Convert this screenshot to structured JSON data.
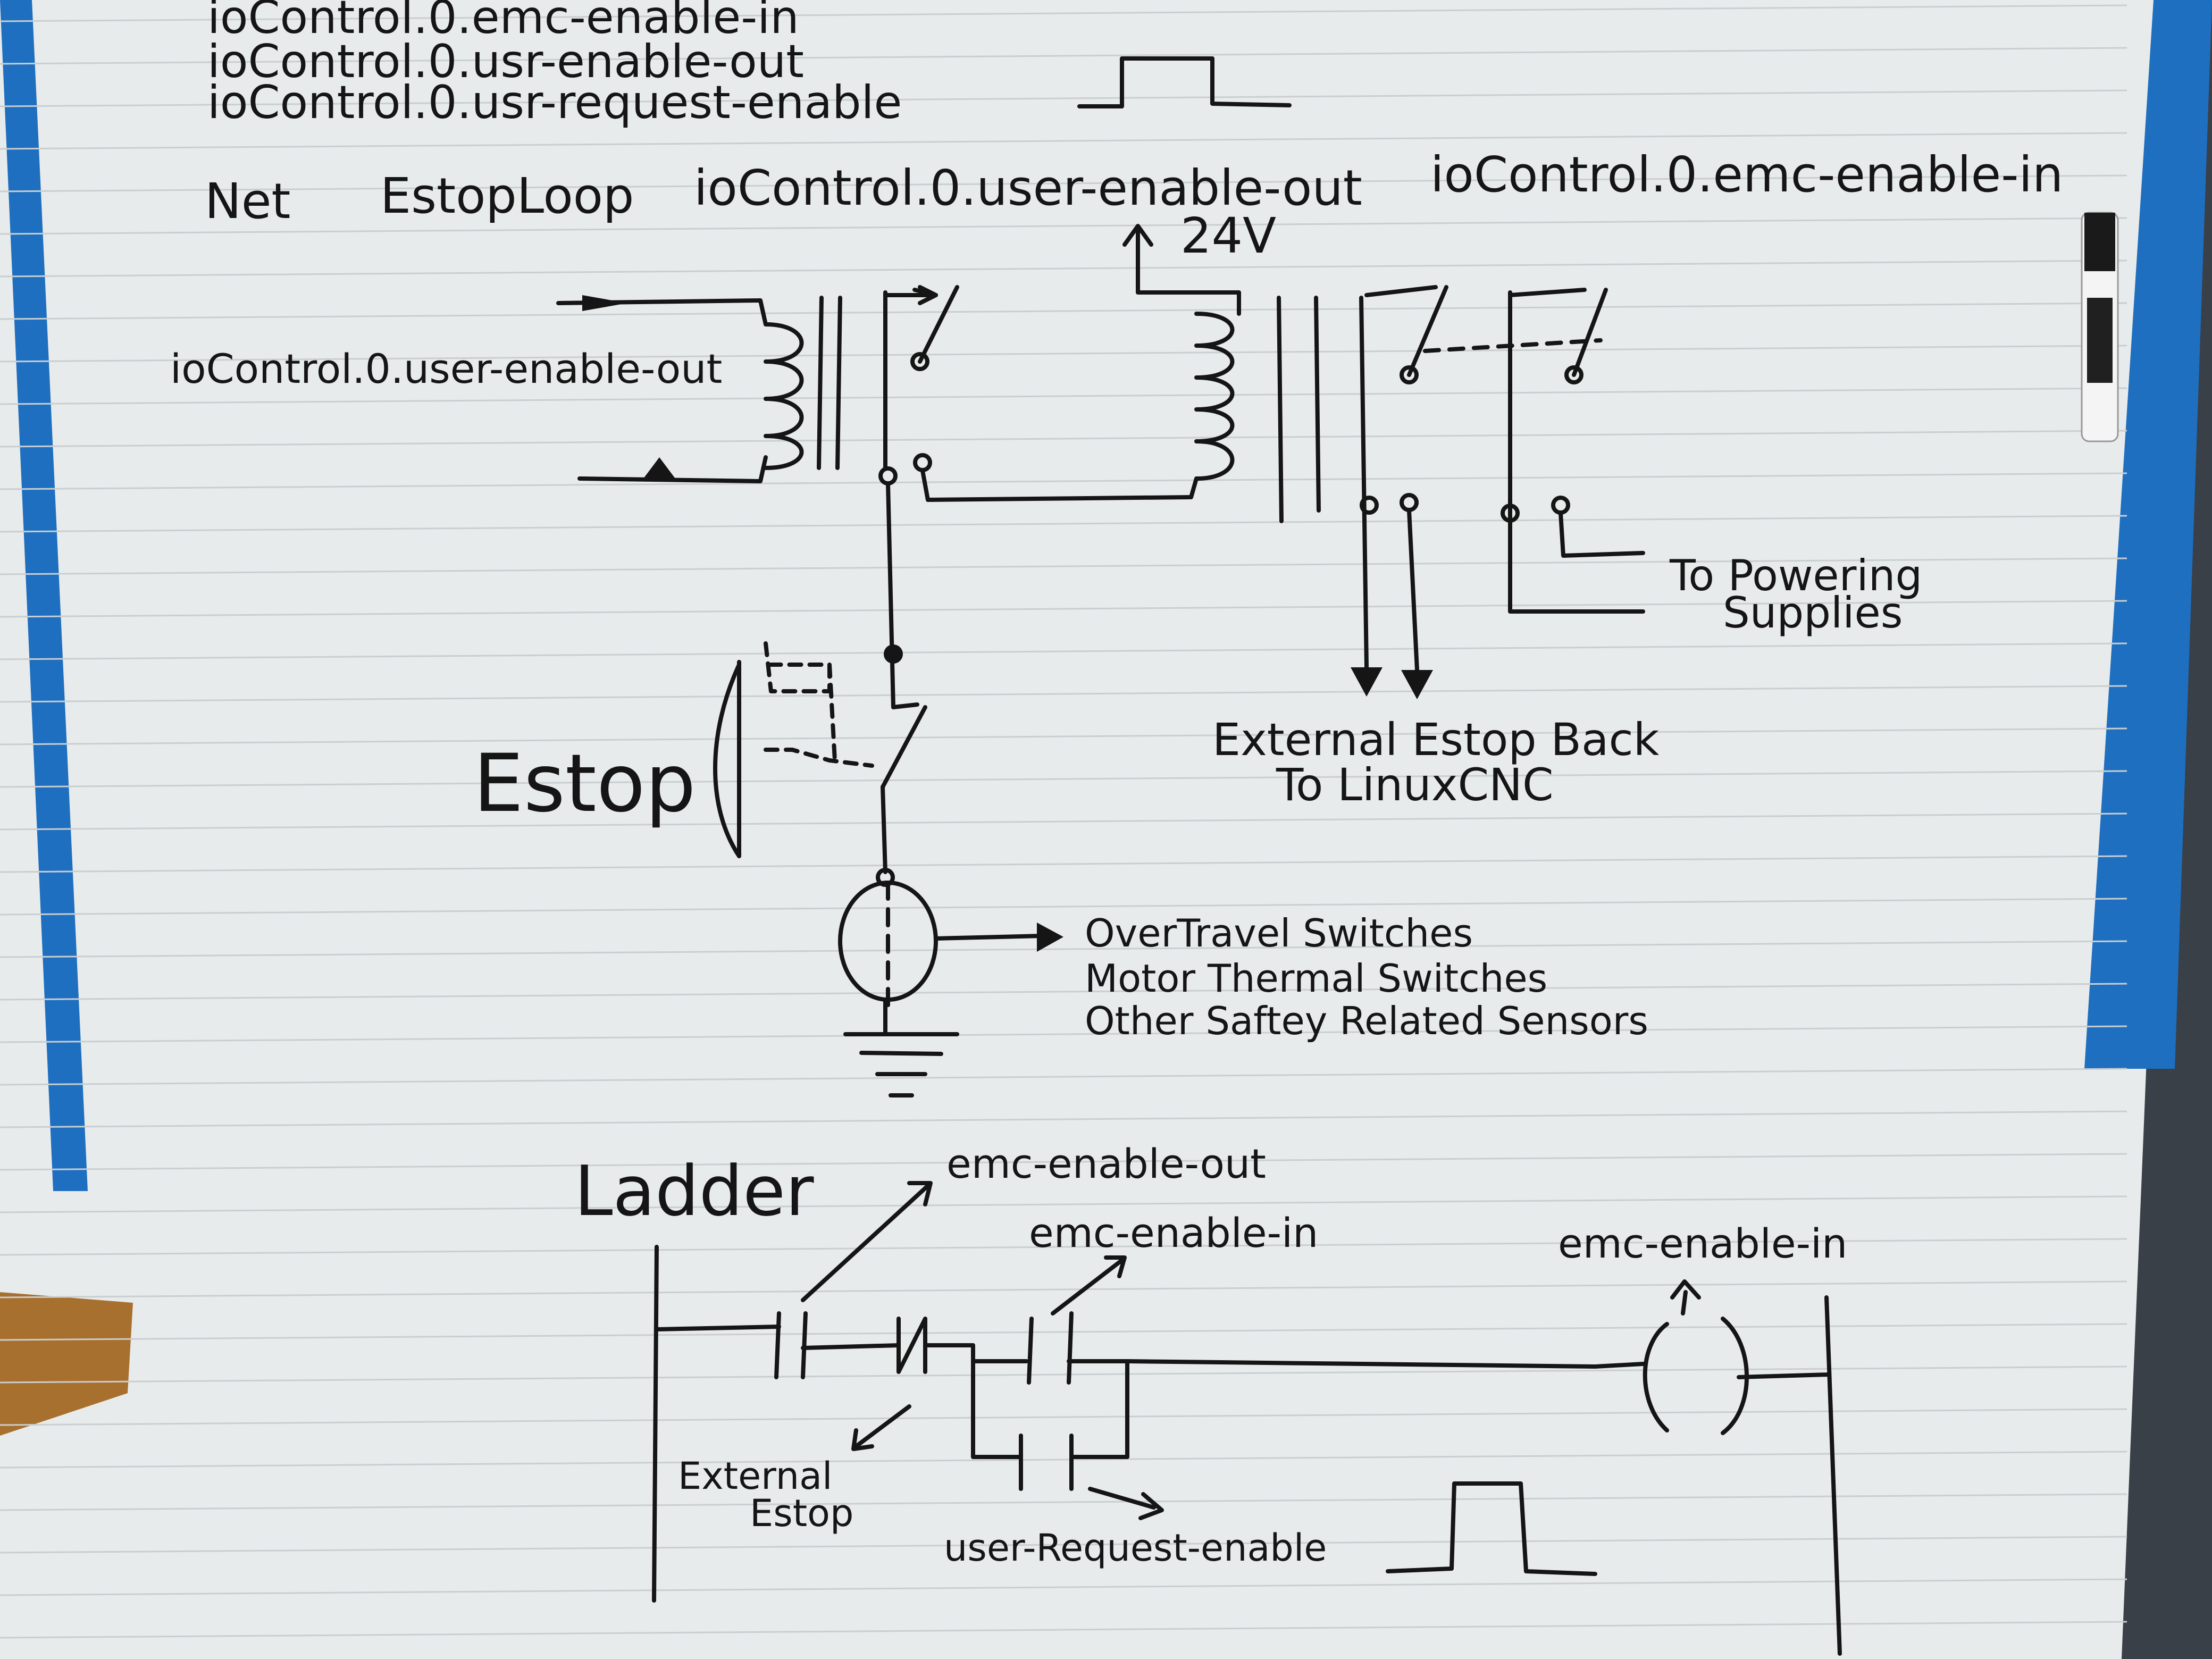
{
  "header": {
    "line1": "ioControl.0.emc-enable-in",
    "line2": "ioControl.0.usr-enable-out",
    "line3": "ioControl.0.usr-request-enable"
  },
  "net_line": {
    "net": "Net",
    "name": "EstopLoop",
    "source": "ioControl.0.user-enable-out",
    "target": "ioControl.0.emc-enable-in"
  },
  "circuit": {
    "coil_label": "ioControl.0.user-enable-out",
    "supply_label": "24V",
    "estop_label": "Estop",
    "powering_label_1": "To Powering",
    "powering_label_2": "Supplies",
    "external_label_1": "External Estop Back",
    "external_label_2": "To LinuxCNC",
    "sensors": [
      "OverTravel Switches",
      "Motor Thermal Switches",
      "Other Saftey Related Sensors"
    ]
  },
  "ladder": {
    "title": "Ladder",
    "emc_enable_out": "emc-enable-out",
    "emc_enable_in_contact": "emc-enable-in",
    "emc_enable_in_coil": "emc-enable-in",
    "external_estop_1": "External",
    "external_estop_2": "Estop",
    "user_request": "user-Request-enable"
  },
  "colors": {
    "board": "#eceeee",
    "frame_blue": "#1f6fc0",
    "ink": "#151515",
    "wall": "#3a4048"
  }
}
